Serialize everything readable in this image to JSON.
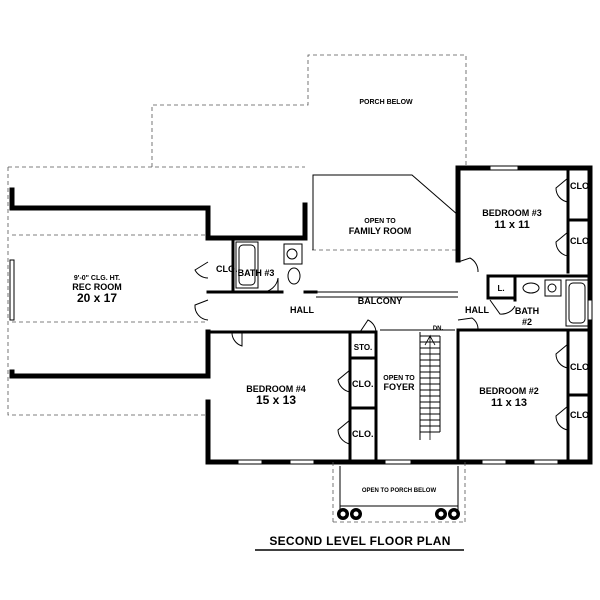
{
  "title": "SECOND LEVEL FLOOR PLAN",
  "rooms": {
    "porch_below": "PORCH BELOW",
    "open_to": "OPEN TO",
    "family_room": "FAMILY ROOM",
    "bedroom3": {
      "name": "BEDROOM #3",
      "size": "11 x 11"
    },
    "clo_1": "CLO.",
    "clo_2": "CLO.",
    "clo_3": "CLO.",
    "clo_4": "CLO.",
    "clo_5": "CLO.",
    "clo_6": "CLO.",
    "clo_7": "CLO.",
    "bath3": "BATH #3",
    "rec_room": {
      "ceiling": "9'-0\" CLG. HT.",
      "name": "REC ROOM",
      "size": "20 x 17"
    },
    "hall_1": "HALL",
    "hall_2": "HALL",
    "balcony": "BALCONY",
    "linen": "L.",
    "bath2": {
      "name": "BATH",
      "number": "#2"
    },
    "sto": "STO.",
    "dn": "DN.",
    "open_to_foyer": {
      "line1": "OPEN TO",
      "line2": "FOYER"
    },
    "bedroom4": {
      "name": "BEDROOM #4",
      "size": "15 x 13"
    },
    "bedroom2": {
      "name": "BEDROOM #2",
      "size": "11 x 13"
    },
    "open_to_porch_below": "OPEN TO PORCH BELOW"
  }
}
